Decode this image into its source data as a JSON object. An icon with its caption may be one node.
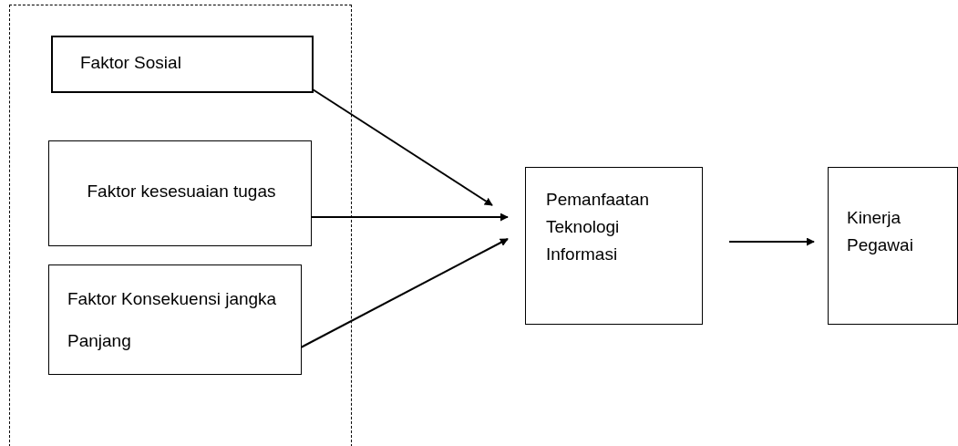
{
  "diagram": {
    "nodes": [
      {
        "text": [],
        "shape": "box"
      },
      {
        "text": [
          "Faktor Sosial"
        ],
        "in": 0
      },
      {
        "text": [
          "Faktor kesesuaian tugas"
        ],
        "in": 0
      },
      {
        "text": [
          "Faktor Konsekuensi jangka Panjang"
        ],
        "in": 0
      },
      {
        "text": [
          "Pemanfaatan Teknologi Informasi"
        ]
      },
      {
        "text": [
          "Kinerja Pegawai"
        ]
      }
    ],
    "edges": [
      {
        "from": 1,
        "to": 4,
        "arrow": "to"
      },
      {
        "from": 2,
        "to": 4,
        "arrow": "to"
      },
      {
        "from": 3,
        "to": 4,
        "arrow": "to"
      },
      {
        "from": 4,
        "to": 5,
        "arrow": "to"
      }
    ]
  }
}
